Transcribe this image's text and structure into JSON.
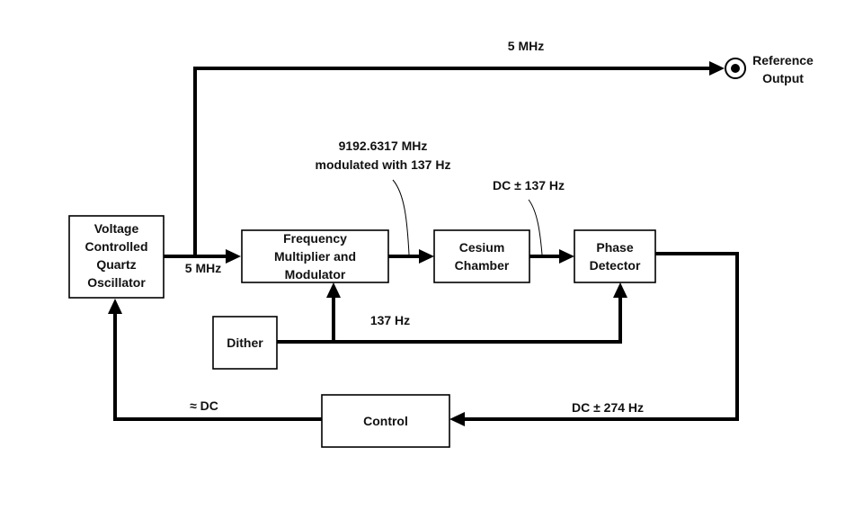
{
  "blocks": {
    "vcxo": [
      "Voltage",
      "Controlled",
      "Quartz",
      "Oscillator"
    ],
    "multiplier": [
      "Frequency",
      "Multiplier and",
      "Modulator"
    ],
    "cesium": [
      "Cesium",
      "Chamber"
    ],
    "phase": [
      "Phase",
      "Detector"
    ],
    "dither": "Dither",
    "control": "Control"
  },
  "labels": {
    "top_5mhz": "5 MHz",
    "mid_5mhz": "5 MHz",
    "reference": [
      "Reference",
      "Output"
    ],
    "rf_signal": [
      "9192.6317 MHz",
      "modulated with 137 Hz"
    ],
    "dc_137": "DC ± 137 Hz",
    "dither_137": "137 Hz",
    "dc_274": "DC ± 274 Hz",
    "approx_dc": "≈ DC"
  }
}
